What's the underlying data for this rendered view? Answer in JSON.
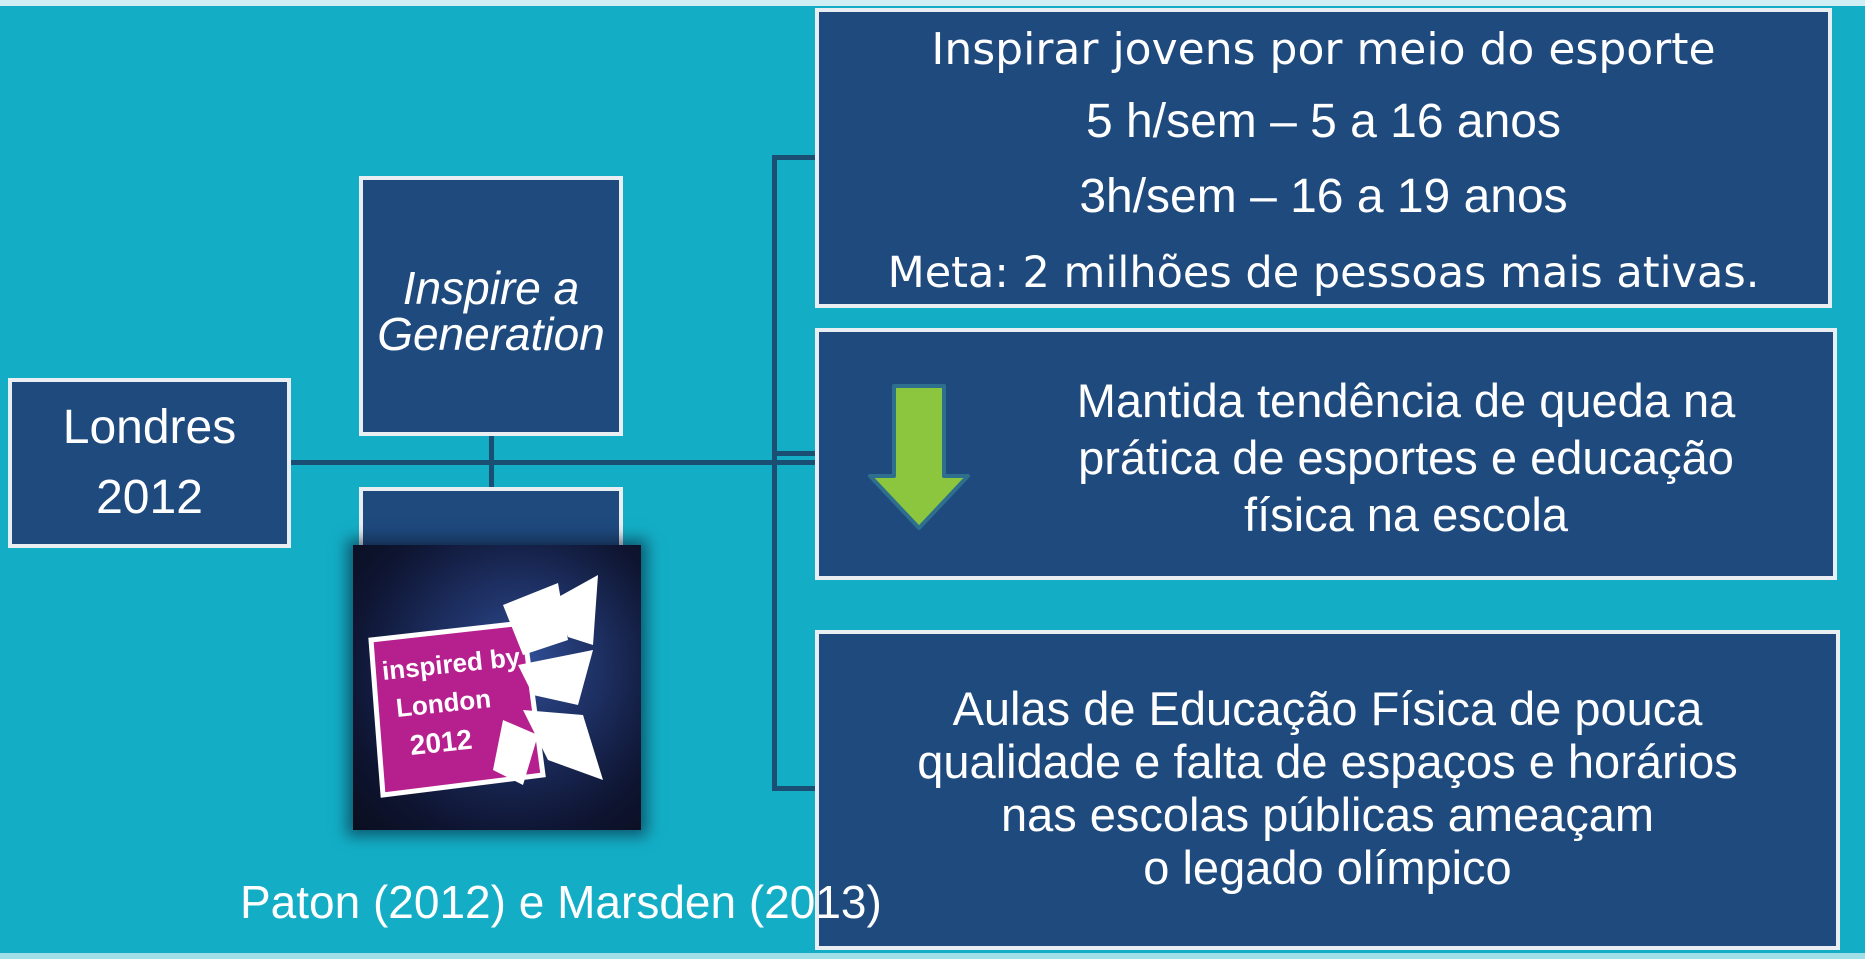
{
  "root": {
    "line1": "Londres",
    "line2": "2012"
  },
  "slogan": {
    "line1": "Inspire a",
    "line2": "Generation"
  },
  "logo": {
    "line1": "inspired by",
    "line2": "London",
    "line3": "2012"
  },
  "goals": {
    "line1": "Inspirar jovens por meio do esporte",
    "line2": "5 h/sem – 5 a 16 anos",
    "line3": "3h/sem – 16 a 19 anos",
    "line4": "Meta: 2 milhões de pessoas mais ativas."
  },
  "trend": {
    "line1": "Mantida tendência de queda na",
    "line2": "prática de esportes e educação",
    "line3": "física na escola",
    "icon": "down-arrow-icon",
    "icon_color": "#8cc63f"
  },
  "threat": {
    "line1": "Aulas de Educação Física de pouca",
    "line2": "qualidade e falta de espaços e horários",
    "line3": "nas escolas públicas ameaçam",
    "line4": "o legado olímpico"
  },
  "citation": "Paton (2012) e Marsden (2013)",
  "colors": {
    "background": "#13aec6",
    "box": "#1f4a7e",
    "border": "#e9eef3",
    "connector": "#1a4f73",
    "logo_magenta": "#b5208e"
  }
}
